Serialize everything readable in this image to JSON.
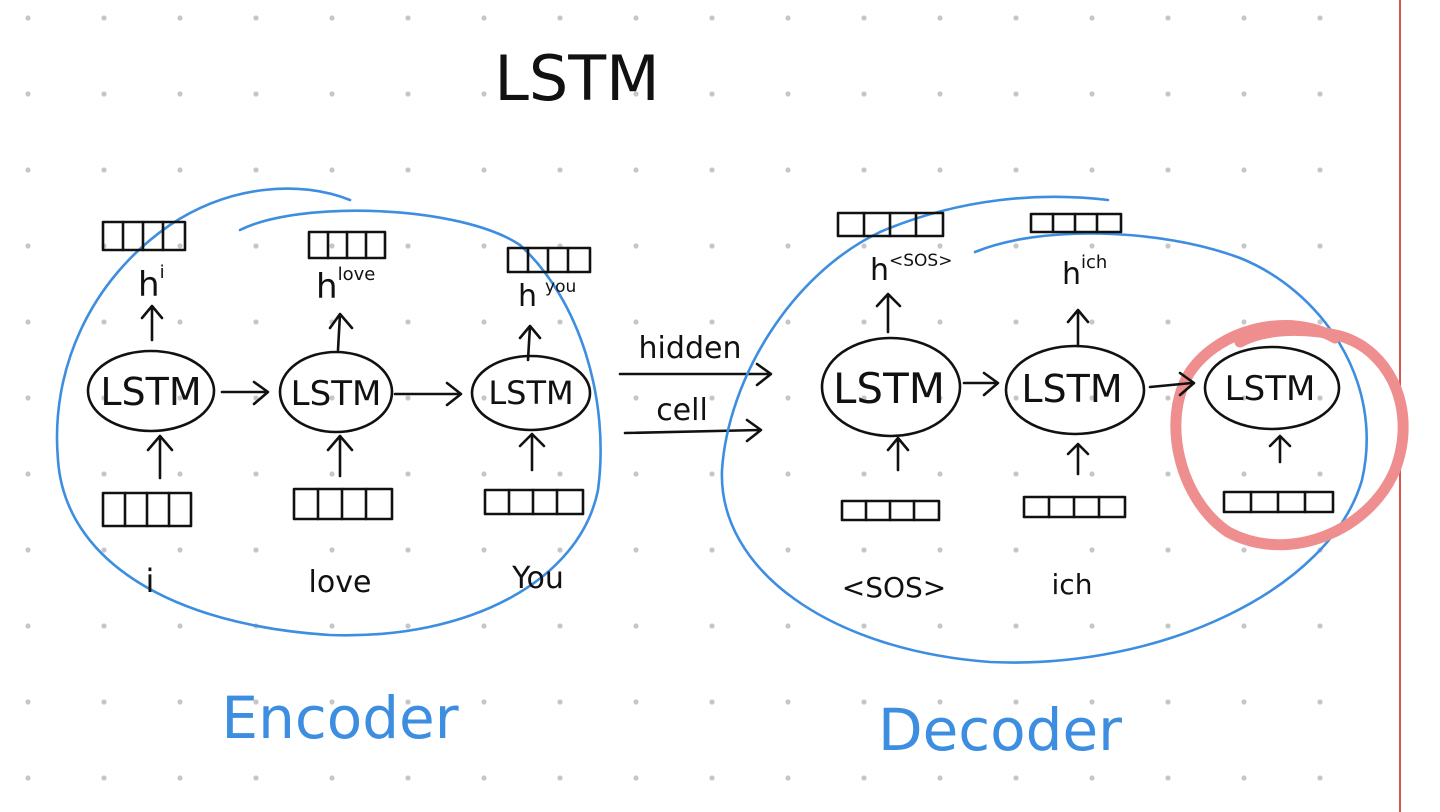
{
  "title": "LSTM",
  "colors": {
    "ink": "#111111",
    "grouping": "#3d8ee0",
    "highlight": "#ee8e8e",
    "margin_line": "#d9534f",
    "grid_dot": "#c7c7c7"
  },
  "encoder": {
    "label": "Encoder",
    "cell_label": "LSTM",
    "inputs": [
      "i",
      "love",
      "You"
    ],
    "hidden_states": [
      {
        "base": "h",
        "sup": "i"
      },
      {
        "base": "h",
        "sup": "love"
      },
      {
        "base": "h",
        "sup": "you"
      }
    ]
  },
  "bridge": {
    "hidden_label": "hidden",
    "cell_label": "cell"
  },
  "decoder": {
    "label": "Decoder",
    "cell_label": "LSTM",
    "inputs": [
      "<SOS>",
      "ich",
      ""
    ],
    "hidden_states": [
      {
        "base": "h",
        "sup": "<SOS>"
      },
      {
        "base": "h",
        "sup": "ich"
      }
    ],
    "highlighted_cell_index": 2
  }
}
